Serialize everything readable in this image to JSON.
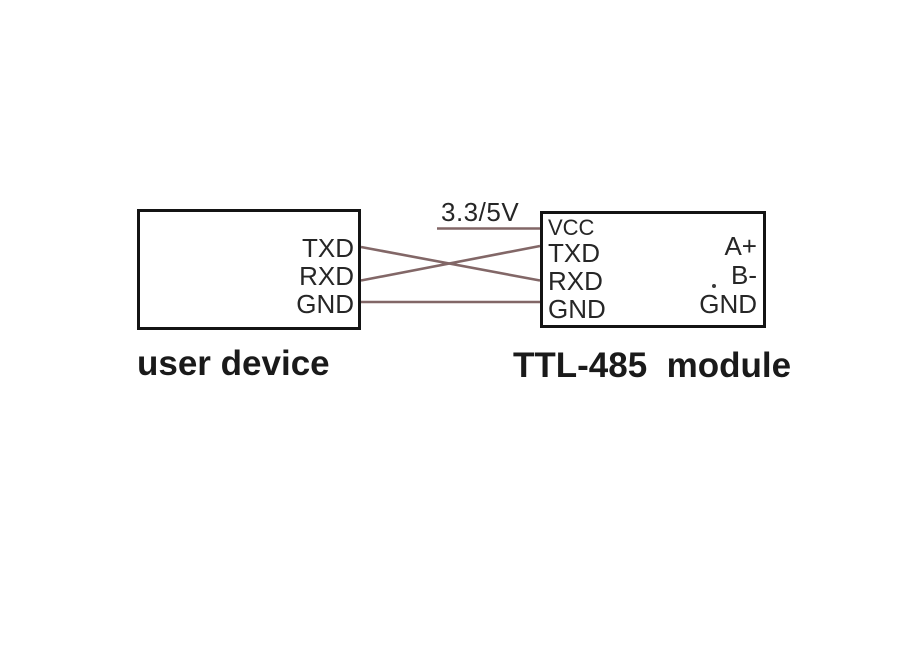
{
  "diagram": {
    "supply_label": "3.3/5V",
    "left_device": {
      "label": "user device",
      "pins": [
        "TXD",
        "RXD",
        "GND"
      ]
    },
    "right_device": {
      "label": "TTL-485  module",
      "left_pins": [
        "VCC",
        "TXD",
        "RXD",
        "GND"
      ],
      "right_pins": [
        "A+",
        "B-",
        "GND"
      ]
    },
    "connections": [
      {
        "from": "supply 3.3/5V",
        "to": "module VCC"
      },
      {
        "from": "user device TXD",
        "to": "module RXD"
      },
      {
        "from": "user device RXD",
        "to": "module TXD"
      },
      {
        "from": "user device GND",
        "to": "module GND"
      }
    ],
    "colors": {
      "wire": "#826767",
      "box_border": "#141414",
      "pin_text": "#262626",
      "label_text": "#1a1a1a",
      "background": "#ffffff"
    }
  }
}
